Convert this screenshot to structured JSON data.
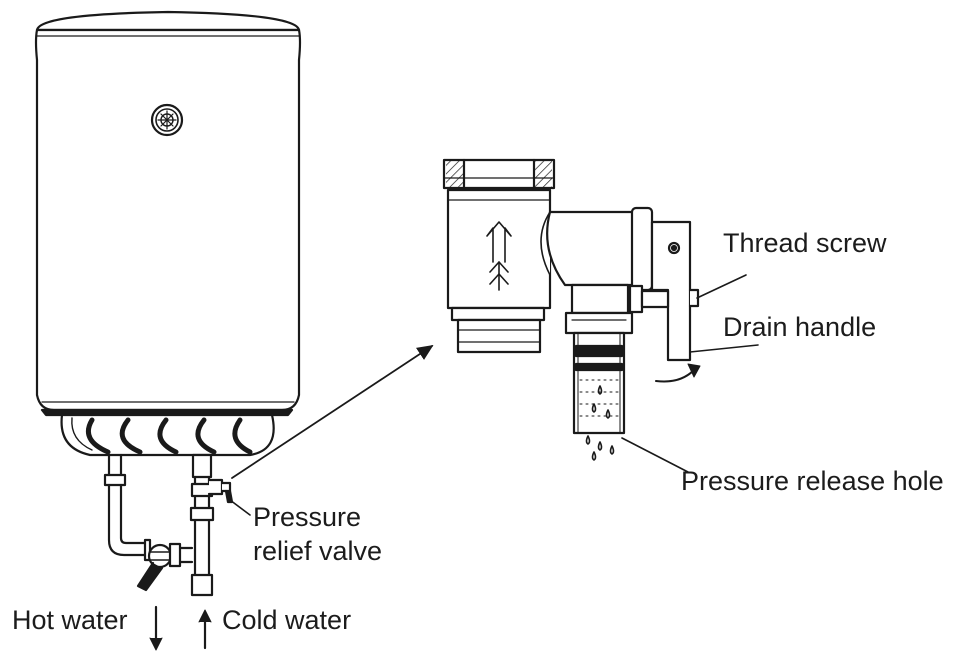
{
  "labels": {
    "thread_screw": "Thread screw",
    "drain_handle": "Drain handle",
    "pressure_release_hole": "Pressure release hole",
    "pressure_relief_valve_line1": "Pressure",
    "pressure_relief_valve_line2": "relief valve",
    "hot_water": "Hot water",
    "cold_water": "Cold water"
  },
  "colors": {
    "line": "#1a1a1a",
    "text": "#1c1c1c",
    "background": "#ffffff"
  }
}
